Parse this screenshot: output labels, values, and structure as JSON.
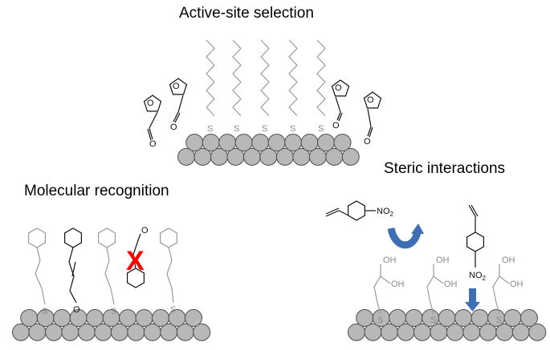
{
  "titles": {
    "active_site": "Active-site selection",
    "steric": "Steric interactions",
    "molecular": "Molecular recognition"
  },
  "atoms": {
    "sulfur": "S",
    "oxygen": "O",
    "hydroxyl": "OH",
    "nitro": "NO",
    "nitro_sub": "2"
  },
  "marks": {
    "reject": "X"
  },
  "colors": {
    "surface_fill": "#b8b8b8",
    "surface_stroke": "#4a4a4a",
    "arrow": "#3e6fb5",
    "reject": "#ff0000",
    "thiol_chain": "#9a9a9a",
    "molecule": "#111111"
  }
}
